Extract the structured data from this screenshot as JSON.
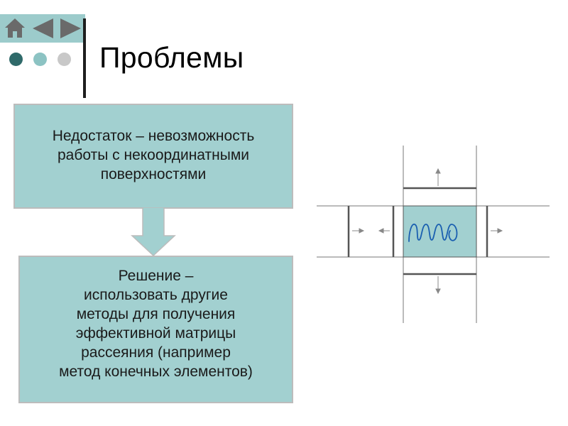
{
  "nav": {
    "home_icon": "home-icon",
    "prev_icon": "arrow-left-icon",
    "next_icon": "arrow-right-icon",
    "bar_color": "#9ccbcb",
    "icon_color": "#6a6a6a"
  },
  "progress_dots": {
    "count": 3,
    "current": 1,
    "colors": [
      "#2f6a6a",
      "#8cc3c3",
      "#c8c8c8"
    ]
  },
  "slide": {
    "title": "Проблемы",
    "problem_box": {
      "lines": [
        "Недостаток – невозможность",
        "работы с некоординатными",
        "поверхностями"
      ]
    },
    "solution_box": {
      "lines": [
        "Решение –",
        "использовать другие",
        "методы для получения",
        "эффективной матрицы",
        "рассеяния (например",
        "метод конечных элементов)"
      ]
    },
    "accent_color": "#a2d0d0"
  },
  "diagram": {
    "center_symbol": "scribble",
    "center_color": "#a2d0d0",
    "scribble_color": "#1a5fb0"
  }
}
